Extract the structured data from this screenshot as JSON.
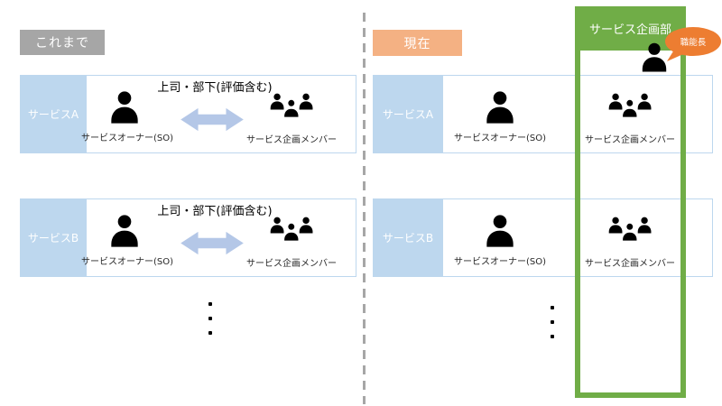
{
  "left": {
    "header": "これまで",
    "rows": [
      {
        "label": "サービスA",
        "owner": "サービスオーナー(SO)",
        "relation": "上司・部下(評価含む)",
        "member": "サービス企画メンバー"
      },
      {
        "label": "サービスB",
        "owner": "サービスオーナー(SO)",
        "relation": "上司・部下(評価含む)",
        "member": "サービス企画メンバー"
      }
    ]
  },
  "right": {
    "header": "現在",
    "department": "サービス企画部",
    "manager_bubble": "職能長",
    "rows": [
      {
        "label": "サービスA",
        "owner": "サービスオーナー(SO)",
        "member": "サービス企画メンバー"
      },
      {
        "label": "サービスB",
        "owner": "サービスオーナー(SO)",
        "member": "サービス企画メンバー"
      }
    ]
  },
  "colors": {
    "gray_header": "#A6A6A6",
    "orange_header": "#F4B183",
    "row_label_blue": "#BDD7EE",
    "arrow_blue": "#B4C7E7",
    "department_green": "#70AD47",
    "bubble_orange": "#ED7D31"
  }
}
